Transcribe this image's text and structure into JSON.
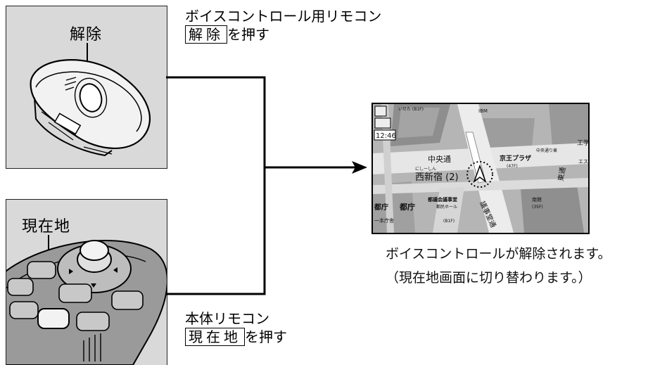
{
  "top_panel": {
    "label": "解除"
  },
  "bottom_panel": {
    "label": "現在地"
  },
  "top_caption": {
    "line1": "ボイスコントロール用リモコン",
    "key": "解除",
    "action": "を押す"
  },
  "bottom_caption": {
    "line1": "本体リモコン",
    "key": "現在地",
    "action": "を押す"
  },
  "result": {
    "line1": "ボイスコントロールが解除されます。",
    "line2": "（現在地画面に切り替わります。）"
  },
  "map": {
    "time": "12:46",
    "road_label": "中央通",
    "area_label": "西新宿 (2)",
    "area_kana": "にしーしん",
    "building_label": "京王プラザ",
    "floor_label": "(47F)",
    "hall_label": "都議会議事堂",
    "hall_sub": "都民ホール",
    "hall_floor": "(B1F)",
    "city_hall": "都庁",
    "south_building": "南館",
    "south_floor": "(35F)",
    "gijidou_road": "議事堂通",
    "east_label": "東通",
    "ibm": "IBM",
    "poi_top": "いせた (B1F)",
    "chuo_east": "中央通り東",
    "right_edge": "工学",
    "right_edge2": "エス",
    "city_hall_sub": "都庁",
    "city_hall_sub2": "一本庁舎"
  },
  "icons": {
    "top_remote": "voice-control-remote-icon",
    "bottom_remote": "main-unit-remote-icon",
    "arrow": "arrow-right-icon",
    "vehicle": "vehicle-position-icon"
  }
}
